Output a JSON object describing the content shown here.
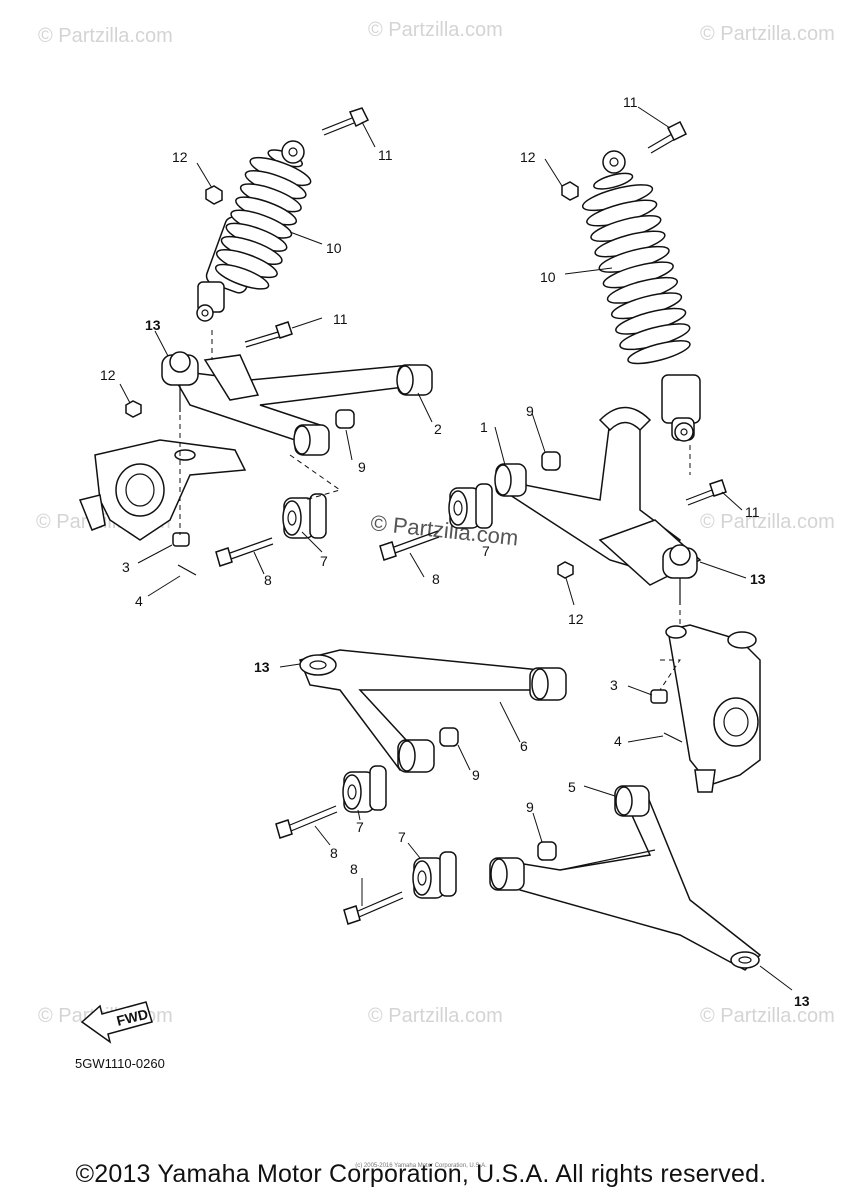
{
  "watermark_text": "© Partzilla.com",
  "watermark_center": "© Partzilla.com",
  "fwd_label": "FWD",
  "diagram_code": "5GW1110-0260",
  "copyright": "©2013 Yamaha Motor Corporation, U.S.A. All rights reserved.",
  "fine_print": "(c) 2005-2016 Yamaha Motor Corporation, U.S.A.",
  "callouts": {
    "c1": "1",
    "c2": "2",
    "c3": "3",
    "c4": "4",
    "c5": "5",
    "c6": "6",
    "c7": "7",
    "c8": "8",
    "c9": "9",
    "c10": "10",
    "c11": "11",
    "c12": "12",
    "c13": "13"
  }
}
